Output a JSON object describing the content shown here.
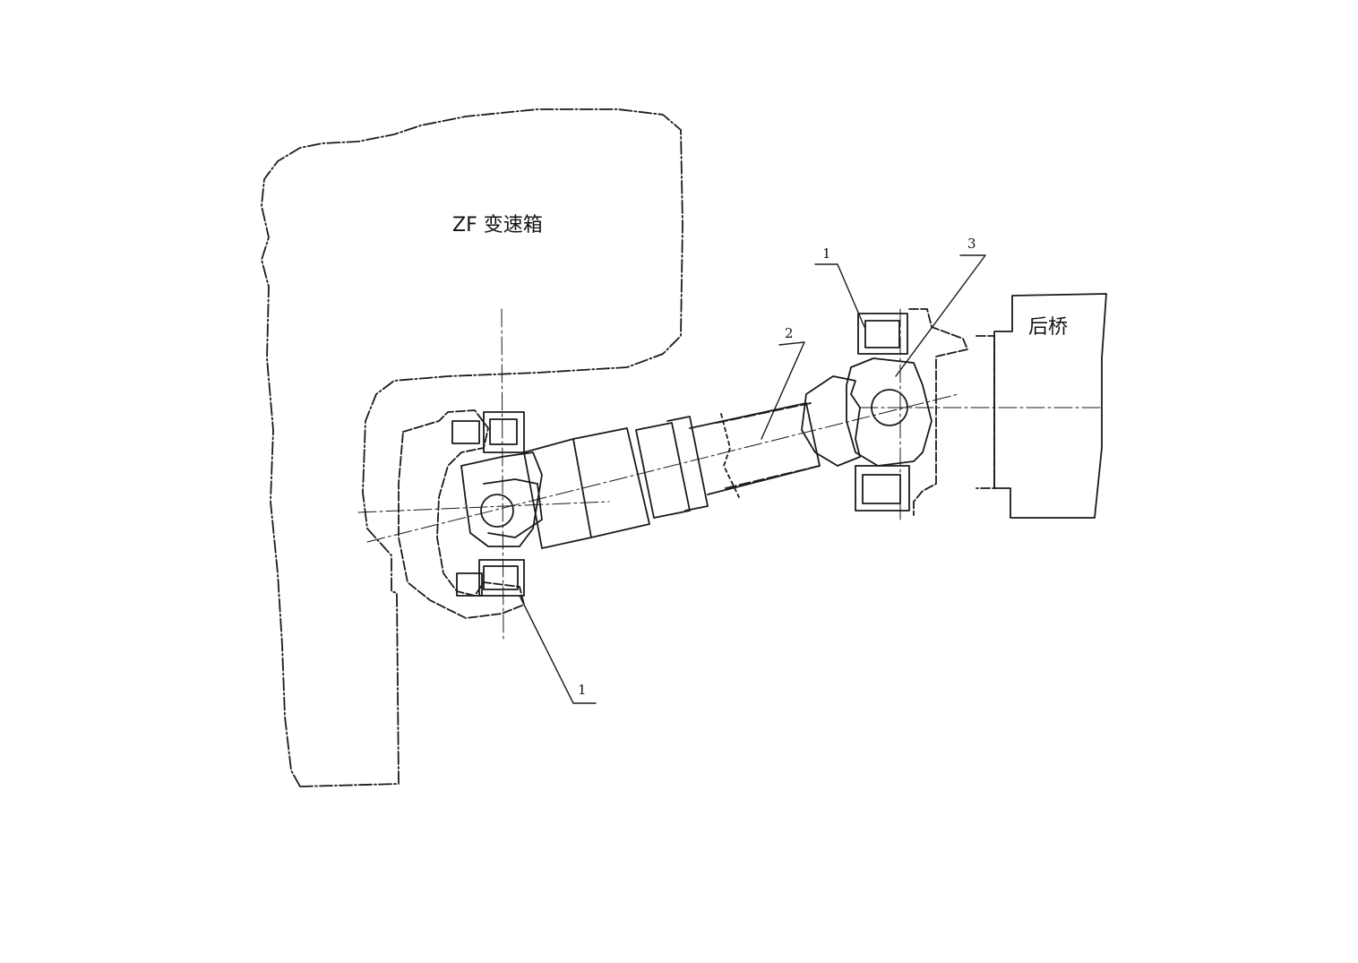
{
  "labels": {
    "gearbox": "ZF 变速箱",
    "rear_axle": "后桥"
  },
  "callouts": {
    "universal_joint_left": "1",
    "universal_joint_right": "1",
    "shaft": "2",
    "cross_pin": "3"
  },
  "colors": {
    "line": "#1a1a1a",
    "paper": "#ffffff"
  }
}
